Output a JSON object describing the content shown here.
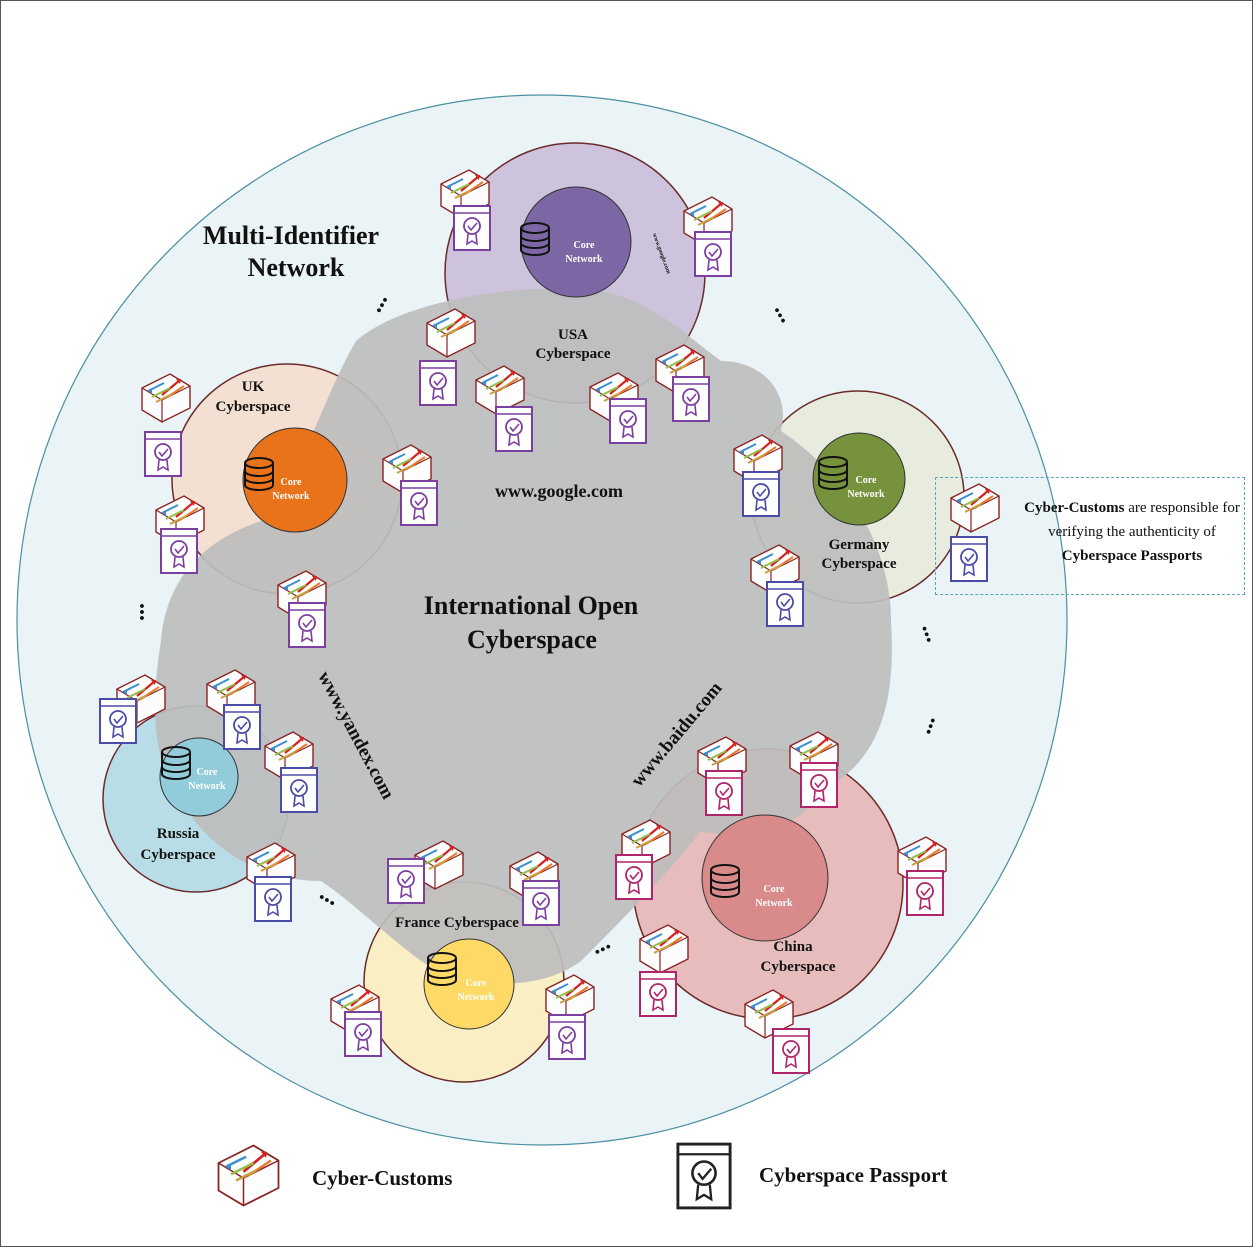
{
  "title_line1": "Multi-Identifier",
  "title_line2": "Network",
  "center_line1": "International Open",
  "center_line2": "Cyberspace",
  "core_line1": "Core",
  "core_line2": "Network",
  "domains": {
    "google": "www.google.com",
    "yandex": "www.yandex.com",
    "baidu": "www.baidu.com",
    "google_small": "www.google.com"
  },
  "regions": {
    "usa": {
      "line1": "USA",
      "line2": "Cyberspace",
      "fill": "#cdc3dc",
      "core": "#7c66a3"
    },
    "uk": {
      "line1": "UK",
      "line2": "Cyberspace",
      "fill": "#f3e0d2",
      "core": "#e8731a"
    },
    "germany": {
      "line1": "Germany",
      "line2": "Cyberspace",
      "fill": "#e7ecde",
      "core": "#76923c"
    },
    "russia": {
      "line1": "Russia",
      "line2": "Cyberspace",
      "fill": "#b9dde6",
      "core": "#92ccda"
    },
    "france": {
      "line1": "France Cyberspace",
      "fill": "#faefc4",
      "core": "#ffd966"
    },
    "china": {
      "line1": "China",
      "line2": "Cyberspace",
      "fill": "#e6bcbc",
      "core": "#d98b8b"
    }
  },
  "note": {
    "bold1": "Cyber-Customs",
    "text1": " are responsible for verifying the authenticity of ",
    "bold2": "Cyberspace Passports"
  },
  "legend": {
    "customs": "Cyber-Customs",
    "passport": "Cyberspace Passport"
  },
  "colors": {
    "outer_circle": "#eaf3f5",
    "cloud": "#bdbdbd",
    "passport_purple": "#7b3fa0",
    "passport_blue": "#4b4ba8",
    "passport_magenta": "#b0246b"
  }
}
